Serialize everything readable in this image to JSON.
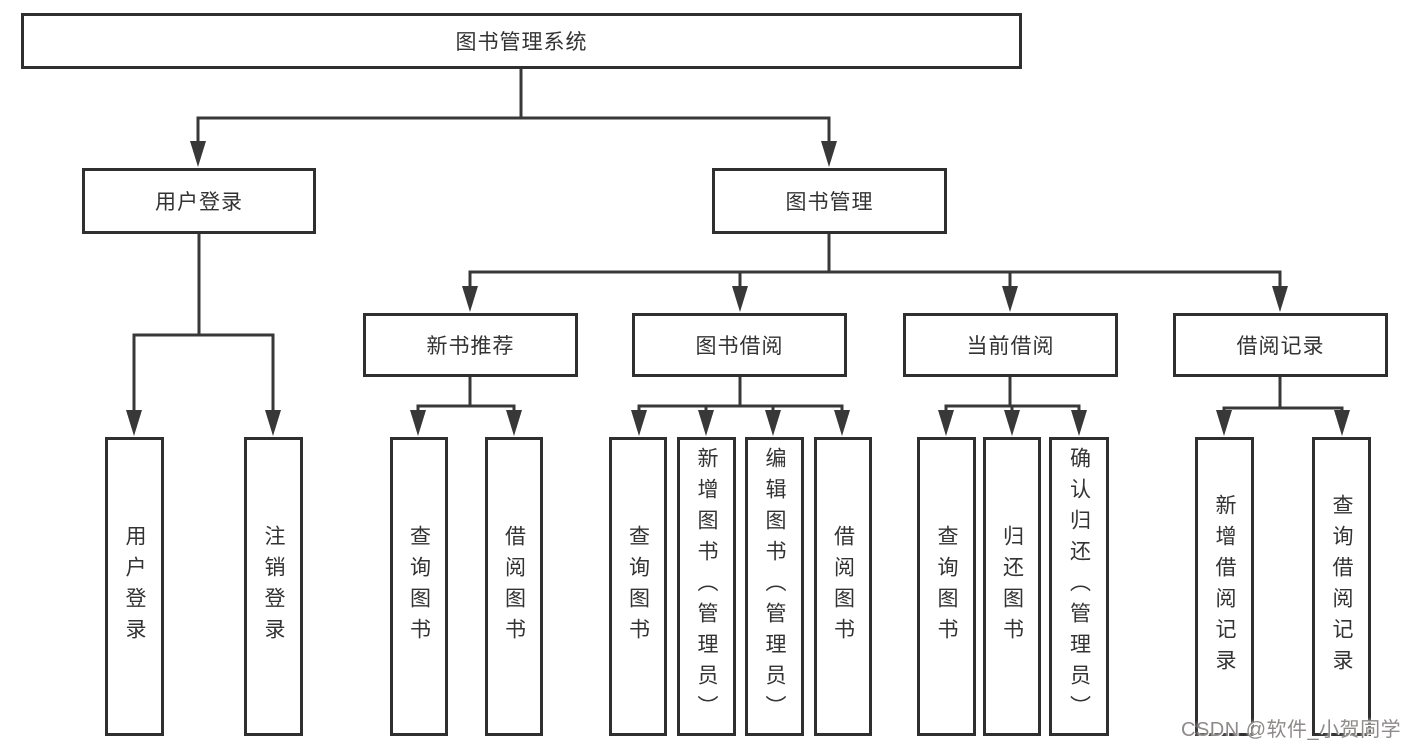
{
  "diagram": {
    "root": "图书管理系统",
    "level2": [
      "用户登录",
      "图书管理"
    ],
    "level3": [
      "新书推荐",
      "图书借阅",
      "当前借阅",
      "借阅记录"
    ],
    "leaves": {
      "user_login": [
        "用户登录",
        "注销登录"
      ],
      "new_book": [
        "查询图书",
        "借阅图书"
      ],
      "book_borrow": [
        "查询图书",
        "新增图书（管理员）",
        "编辑图书（管理员）",
        "借阅图书"
      ],
      "current_borrow": [
        "查询图书",
        "归还图书",
        "确认归还（管理员）"
      ],
      "borrow_records": [
        "新增借阅记录",
        "查询借阅记录"
      ]
    }
  },
  "watermark": "CSDN @软件_小贺同学",
  "colors": {
    "line": "#383838",
    "box_border": "#2f2f2f",
    "text": "#333333",
    "watermark": "#8f8a8a",
    "background": "#ffffff"
  }
}
